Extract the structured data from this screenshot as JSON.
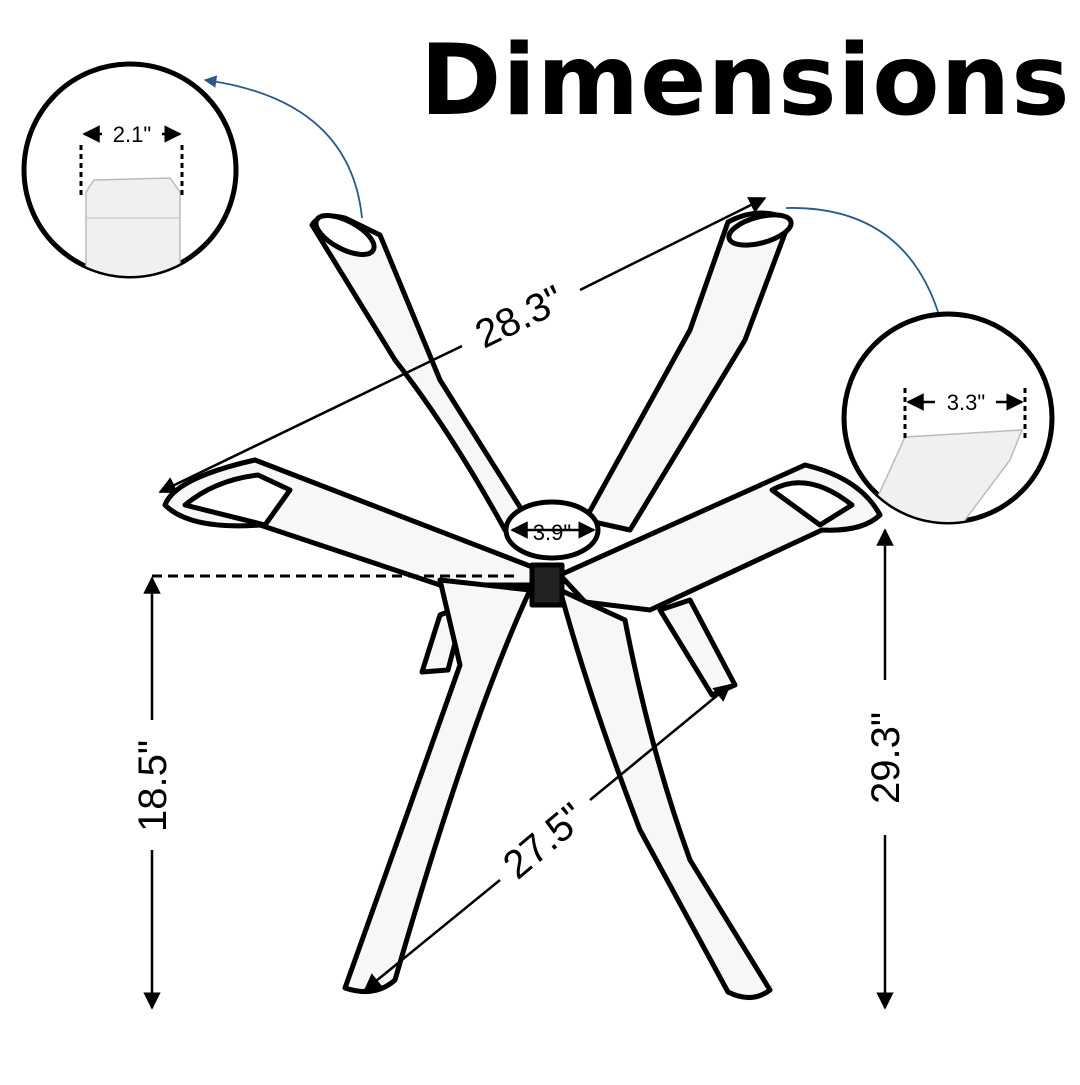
{
  "title": "Dimensions",
  "colors": {
    "line": "#000000",
    "arrow_accent": "#2a5a8a",
    "background": "#ffffff"
  },
  "measurements": {
    "top_span": "28.3\"",
    "bottom_span": "27.5\"",
    "center_width": "3.9\"",
    "left_height": "18.5\"",
    "right_height": "29.3\"",
    "leg_top_width": "2.1\"",
    "foot_pad_width": "3.3\""
  }
}
